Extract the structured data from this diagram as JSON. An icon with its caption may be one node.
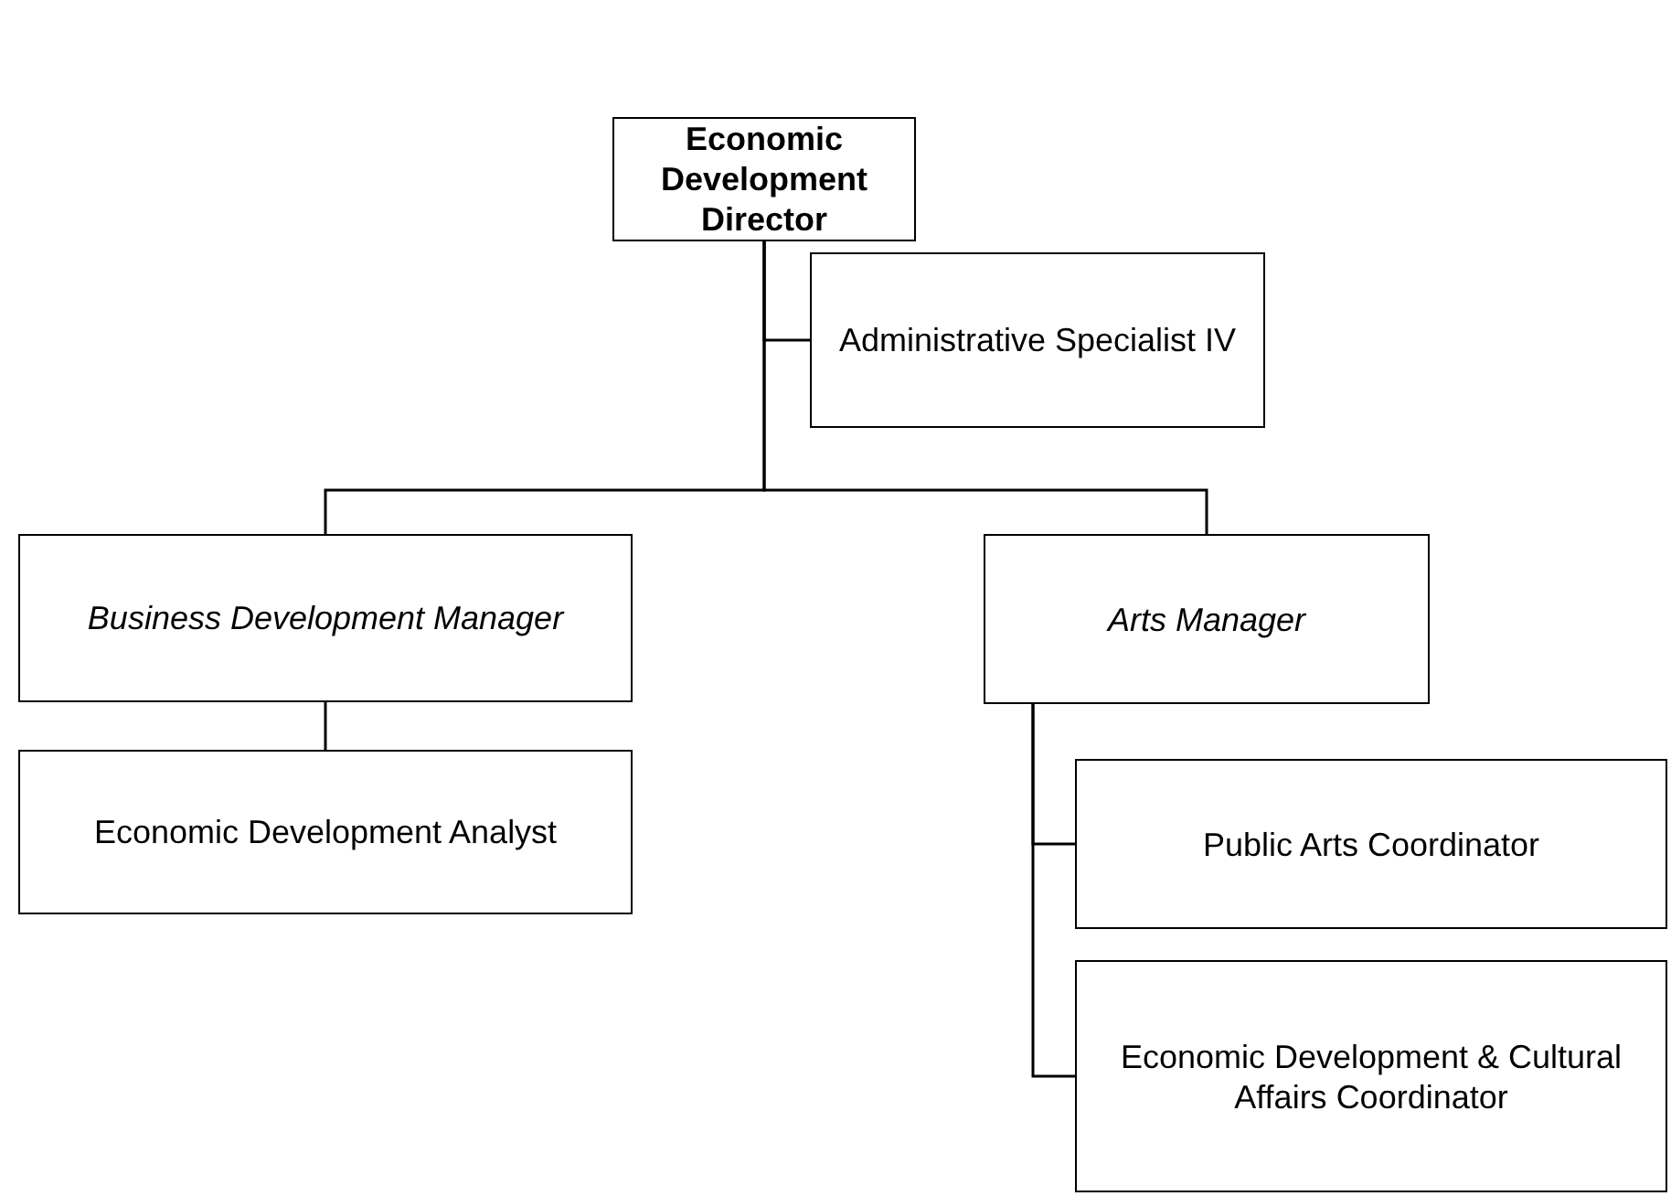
{
  "diagram": {
    "nodes": [
      {
        "text": [
          "Economic Development Director"
        ]
      },
      {
        "text": [
          "Administrative Specialist IV"
        ]
      },
      {
        "text": [
          "Business Development Manager"
        ]
      },
      {
        "text": [
          "Arts Manager"
        ]
      },
      {
        "text": [
          "Economic Development Analyst"
        ]
      },
      {
        "text": [
          "Public Arts Coordinator"
        ]
      },
      {
        "text": [
          "Economic Development & Cultural Affairs Coordinator"
        ]
      }
    ],
    "edges": [
      {
        "from": 0,
        "to": 1,
        "arrow": "none"
      },
      {
        "from": 0,
        "to": 2,
        "arrow": "none"
      },
      {
        "from": 0,
        "to": 3,
        "arrow": "none"
      },
      {
        "from": 2,
        "to": 4,
        "arrow": "none"
      },
      {
        "from": 3,
        "to": 5,
        "arrow": "none"
      },
      {
        "from": 3,
        "to": 6,
        "arrow": "none"
      }
    ]
  }
}
